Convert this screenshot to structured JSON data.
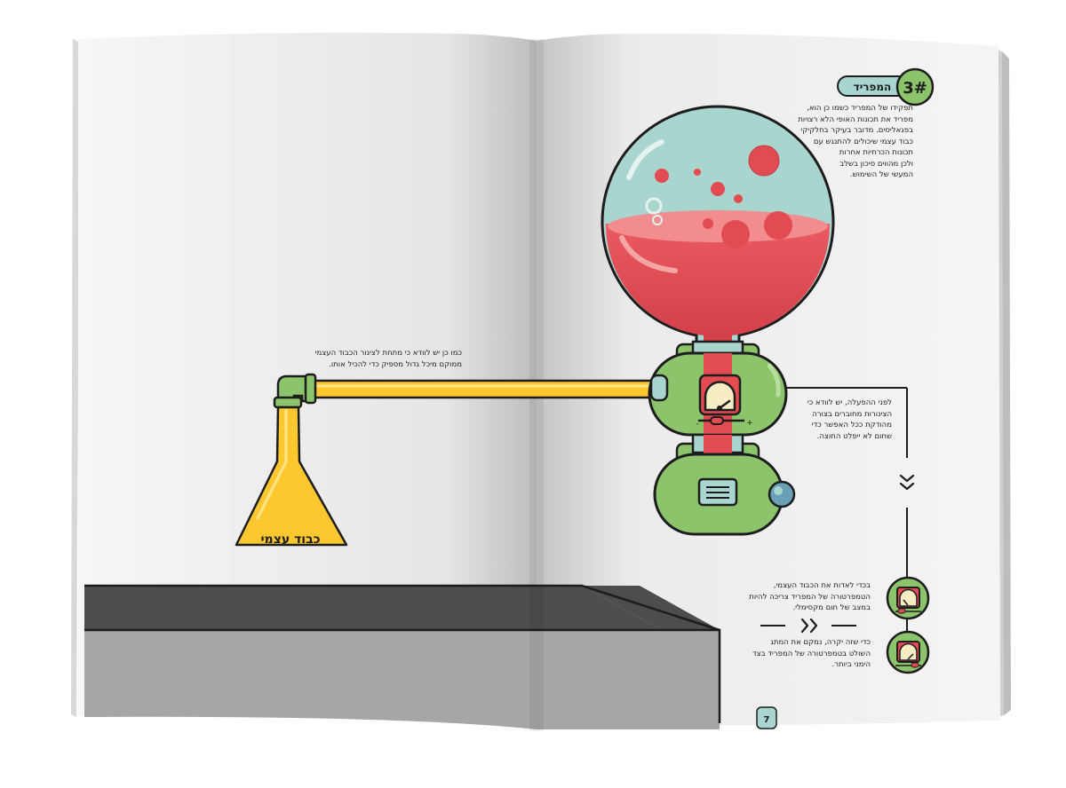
{
  "section": {
    "number": "3#",
    "title": "המפריד"
  },
  "intro_lines": [
    "תפקידו של המפריד כשמו כן הוא,",
    "מפריד את תכונות האופי הלא רצויות",
    "בפגאליסים. מדובר בעיקר בחלקיקי",
    "כבוד עצמי שיכולים להתנגש עם",
    "תכונות הכרחיות אחרות",
    "ולכן מהווים סיכון בשלב",
    "המעשי של השימוש."
  ],
  "pipe_note_lines": [
    "כמו כן יש לוודא כי מתחת לצינור הכבוד העצמי",
    "ממוקם מיכל גדול מספיק כדי להכיל אותו."
  ],
  "operation_note_lines": [
    "לפני ההפעלה, יש לוודא כי",
    "הצינורות מחוברים בצורה",
    "מהודקת ככל האפשר כדי",
    "שחום לא ייפלט החוצה."
  ],
  "heat_note_lines": [
    "בכדי לאדות את הכבוד העצמי,",
    "הטמפרטורה של המפריד צריכה להיות",
    "במצב של חום מקסימלי."
  ],
  "cost_note_lines": [
    "כדי שזה יקרה, נמקם את המתג",
    "השולט בטמפרטורה של המפריד בצד",
    "הימני ביותר."
  ],
  "flask_label": "כבוד עצמי",
  "page_number": "7",
  "gauge_signs": {
    "minus": "-",
    "plus": "+"
  },
  "colors": {
    "liquid": "#e24b52",
    "glass": "#a9d5cf",
    "machine_green": "#8cc46c",
    "pipe_yellow": "#fdc72f",
    "table_top": "#4d4d4f",
    "table_side": "#a6a6a8",
    "badge_green": "#8cc46c",
    "pill_teal": "#a9d5cf",
    "gauge_face": "#f7ecc4"
  }
}
